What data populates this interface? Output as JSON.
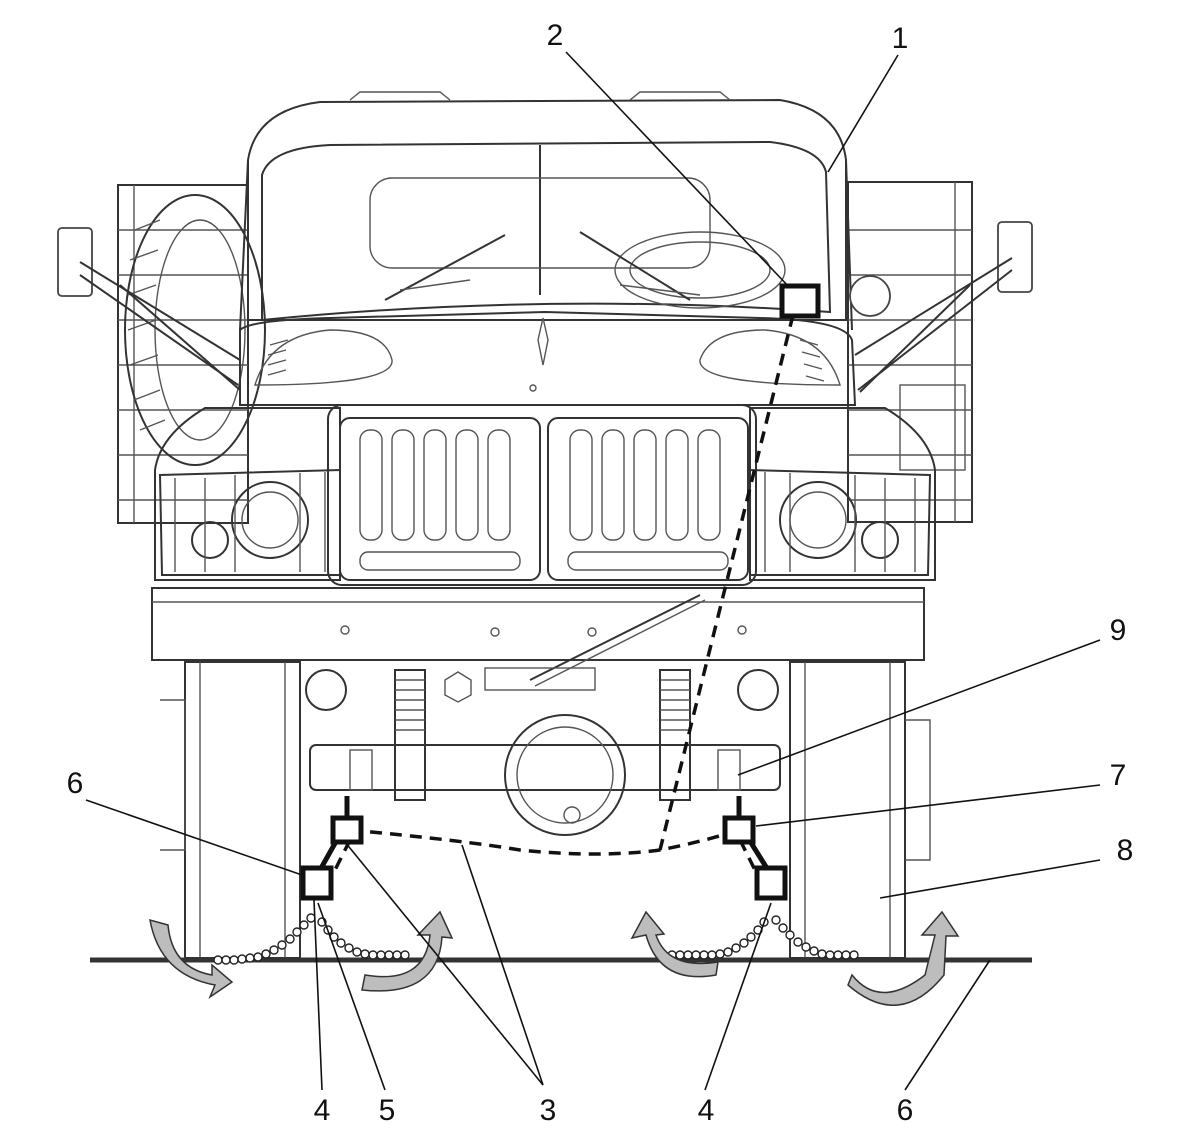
{
  "callouts": [
    {
      "id": "c1",
      "text": "1"
    },
    {
      "id": "c2",
      "text": "2"
    },
    {
      "id": "c3",
      "text": "3"
    },
    {
      "id": "c4a",
      "text": "4"
    },
    {
      "id": "c4b",
      "text": "4"
    },
    {
      "id": "c5",
      "text": "5"
    },
    {
      "id": "c6a",
      "text": "6"
    },
    {
      "id": "c6b",
      "text": "6"
    },
    {
      "id": "c7",
      "text": "7"
    },
    {
      "id": "c8",
      "text": "8"
    },
    {
      "id": "c9",
      "text": "9"
    }
  ]
}
